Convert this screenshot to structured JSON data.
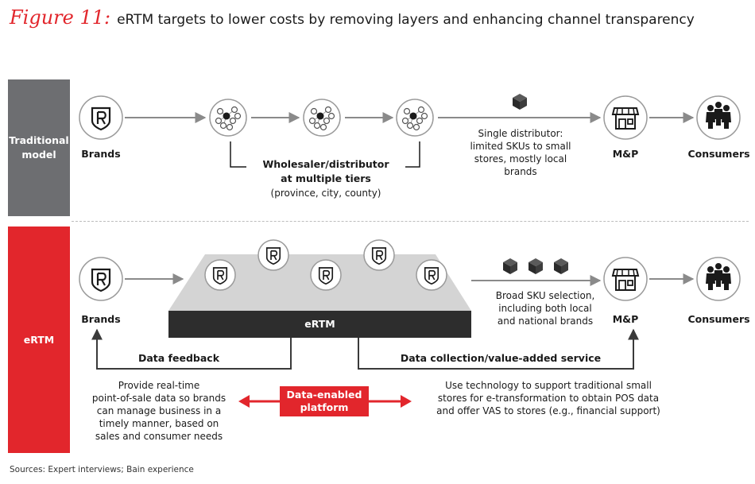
{
  "title": {
    "figure_label": "Figure 11:",
    "text": "eRTM targets to lower costs by removing layers and enhancing channel transparency"
  },
  "traditional": {
    "row_label": "Traditional\nmodel",
    "brands": "Brands",
    "wholesaler_line1": "Wholesaler/distributor",
    "wholesaler_line2": "at multiple tiers",
    "wholesaler_line3": "(province, city, county)",
    "distributor_note": "Single distributor:\nlimited SKUs to small\nstores, mostly local\nbrands",
    "mp": "M&P",
    "consumers": "Consumers"
  },
  "ertm": {
    "row_label": "eRTM",
    "brands": "Brands",
    "platform_label": "eRTM",
    "sku_note": "Broad SKU selection,\nincluding both local\nand national brands",
    "mp": "M&P",
    "consumers": "Consumers",
    "data_feedback": "Data feedback",
    "data_collection": "Data collection/value-added service",
    "left_note": "Provide real-time\npoint-of-sale data so brands\ncan manage business in a\ntimely manner, based on\nsales and consumer needs",
    "center_badge": "Data-enabled\nplatform",
    "right_note": "Use technology to support traditional small\nstores for e-transformation to obtain POS data\nand offer VAS to stores (e.g., financial support)"
  },
  "source": "Sources: Expert interviews; Bain experience",
  "colors": {
    "accent": "#e2262c",
    "traditional_bar": "#6d6e71",
    "dark": "#2d2d2d"
  }
}
